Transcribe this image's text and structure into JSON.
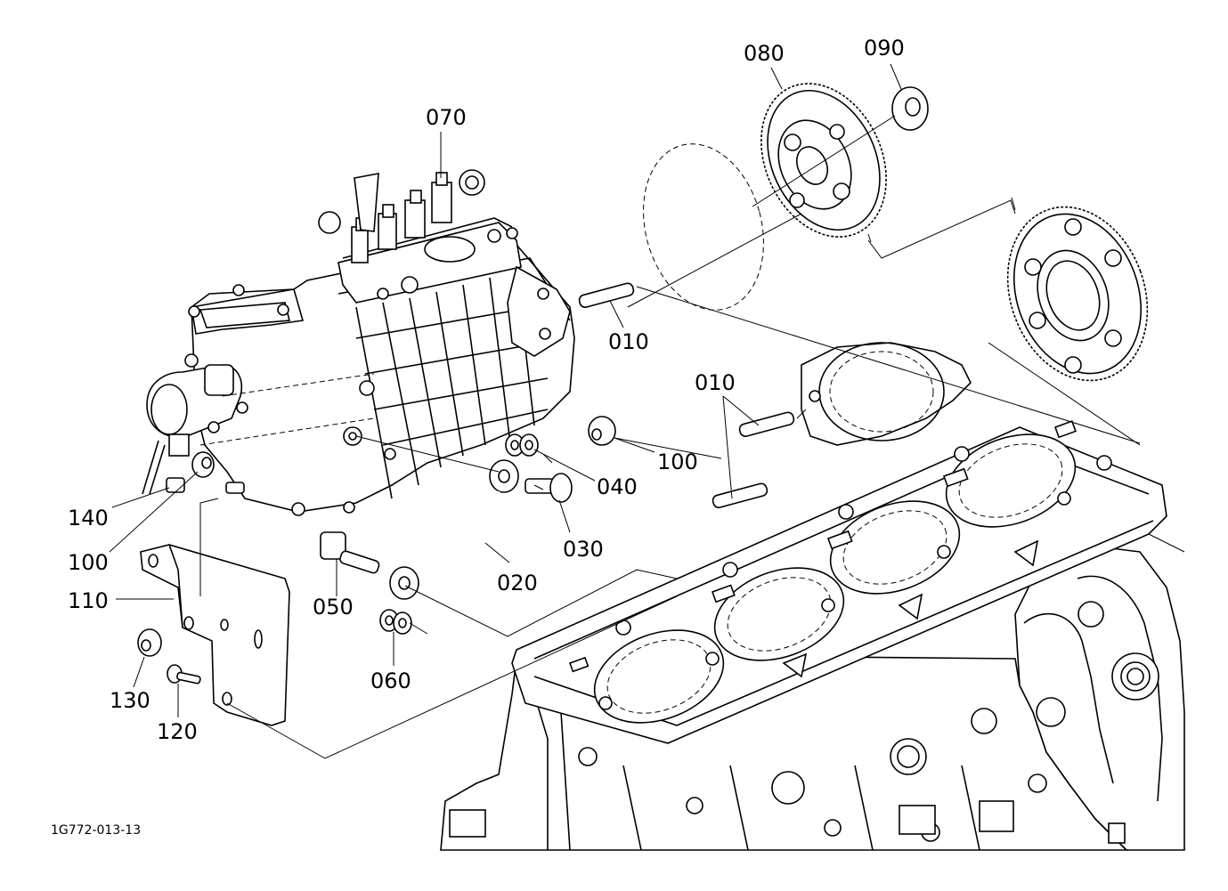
{
  "diagram": {
    "drawing_code": "1G772-013-13",
    "callouts": [
      {
        "id": "070",
        "text": "070"
      },
      {
        "id": "080",
        "text": "080"
      },
      {
        "id": "090",
        "text": "090"
      },
      {
        "id": "010a",
        "text": "010"
      },
      {
        "id": "010b",
        "text": "010"
      },
      {
        "id": "100a",
        "text": "100"
      },
      {
        "id": "040",
        "text": "040"
      },
      {
        "id": "030",
        "text": "030"
      },
      {
        "id": "020",
        "text": "020"
      },
      {
        "id": "050",
        "text": "050"
      },
      {
        "id": "060",
        "text": "060"
      },
      {
        "id": "140",
        "text": "140"
      },
      {
        "id": "100b",
        "text": "100"
      },
      {
        "id": "110",
        "text": "110"
      },
      {
        "id": "130",
        "text": "130"
      },
      {
        "id": "120",
        "text": "120"
      }
    ]
  }
}
